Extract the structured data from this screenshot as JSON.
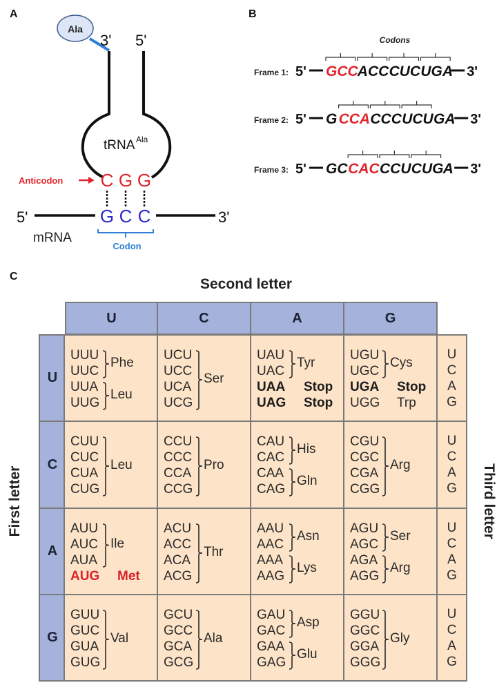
{
  "panels": {
    "a": {
      "label": "A",
      "amino_acid_bubble": "Ala",
      "trna_three_prime": "3'",
      "trna_five_prime": "5'",
      "trna_name": "tRNA",
      "trna_superscript": "Ala",
      "anticodon_label": "Anticodon",
      "anticodon_bases": [
        "C",
        "G",
        "G"
      ],
      "mrna_five_prime": "5'",
      "mrna_three_prime": "3'",
      "mrna_label": "mRNA",
      "codon_bases": [
        "G",
        "C",
        "C"
      ],
      "codon_label": "Codon",
      "colors": {
        "anticodon": "#e0242b",
        "codon": "#2a2ad0",
        "codon_label": "#2e7fd4",
        "bubble_fill": "#dde6f6",
        "bubble_stroke": "#3a5a8c",
        "link": "#2e7fd4"
      }
    },
    "b": {
      "label": "B",
      "codons_heading": "Codons",
      "frames": [
        {
          "label": "Frame 1:",
          "prefix": "",
          "codons": [
            "GCC",
            "ACC",
            "CUC",
            "UGA"
          ],
          "highlight_index": 0,
          "suffix": "",
          "five_prime": "5'",
          "three_prime": "3'"
        },
        {
          "label": "Frame 2:",
          "prefix": "G",
          "codons": [
            "CCA",
            "CCC",
            "UCU"
          ],
          "highlight_index": 0,
          "suffix": "GA",
          "five_prime": "5'",
          "three_prime": "3'"
        },
        {
          "label": "Frame 3:",
          "prefix": "GC",
          "codons": [
            "CAC",
            "CCU",
            "CUG"
          ],
          "highlight_index": 0,
          "suffix": "A",
          "five_prime": "5'",
          "three_prime": "3'"
        }
      ],
      "colors": {
        "highlight": "#e0242b"
      }
    },
    "c": {
      "label": "C",
      "second_letter_title": "Second letter",
      "first_letter_title": "First letter",
      "third_letter_title": "Third letter",
      "second_letters": [
        "U",
        "C",
        "A",
        "G"
      ],
      "first_letters": [
        "U",
        "C",
        "A",
        "G"
      ],
      "third_letters": [
        "U",
        "C",
        "A",
        "G"
      ],
      "colors": {
        "header_bg": "#a4b2dc",
        "cell_bg": "#fde3c8",
        "border": "#7a7a7a",
        "start": "#d8232a"
      },
      "rows": [
        {
          "cells": [
            {
              "codons": [
                "UUU",
                "UUC",
                "UUA",
                "UUG"
              ],
              "groups": [
                {
                  "from": 0,
                  "to": 1,
                  "aa": "Phe"
                },
                {
                  "from": 2,
                  "to": 3,
                  "aa": "Leu"
                }
              ],
              "singles": []
            },
            {
              "codons": [
                "UCU",
                "UCC",
                "UCA",
                "UCG"
              ],
              "groups": [
                {
                  "from": 0,
                  "to": 3,
                  "aa": "Ser"
                }
              ],
              "singles": []
            },
            {
              "codons": [
                "UAU",
                "UAC",
                "UAA",
                "UAG"
              ],
              "groups": [
                {
                  "from": 0,
                  "to": 1,
                  "aa": "Tyr"
                }
              ],
              "singles": [
                {
                  "index": 2,
                  "aa": "Stop",
                  "style": "bold"
                },
                {
                  "index": 3,
                  "aa": "Stop",
                  "style": "bold"
                }
              ]
            },
            {
              "codons": [
                "UGU",
                "UGC",
                "UGA",
                "UGG"
              ],
              "groups": [
                {
                  "from": 0,
                  "to": 1,
                  "aa": "Cys"
                }
              ],
              "singles": [
                {
                  "index": 2,
                  "aa": "Stop",
                  "style": "bold"
                },
                {
                  "index": 3,
                  "aa": "Trp",
                  "style": "normal"
                }
              ]
            }
          ]
        },
        {
          "cells": [
            {
              "codons": [
                "CUU",
                "CUC",
                "CUA",
                "CUG"
              ],
              "groups": [
                {
                  "from": 0,
                  "to": 3,
                  "aa": "Leu"
                }
              ],
              "singles": []
            },
            {
              "codons": [
                "CCU",
                "CCC",
                "CCA",
                "CCG"
              ],
              "groups": [
                {
                  "from": 0,
                  "to": 3,
                  "aa": "Pro"
                }
              ],
              "singles": []
            },
            {
              "codons": [
                "CAU",
                "CAC",
                "CAA",
                "CAG"
              ],
              "groups": [
                {
                  "from": 0,
                  "to": 1,
                  "aa": "His"
                },
                {
                  "from": 2,
                  "to": 3,
                  "aa": "Gln"
                }
              ],
              "singles": []
            },
            {
              "codons": [
                "CGU",
                "CGC",
                "CGA",
                "CGG"
              ],
              "groups": [
                {
                  "from": 0,
                  "to": 3,
                  "aa": "Arg"
                }
              ],
              "singles": []
            }
          ]
        },
        {
          "cells": [
            {
              "codons": [
                "AUU",
                "AUC",
                "AUA",
                "AUG"
              ],
              "groups": [
                {
                  "from": 0,
                  "to": 2,
                  "aa": "Ile"
                }
              ],
              "singles": [
                {
                  "index": 3,
                  "aa": "Met",
                  "style": "red"
                }
              ]
            },
            {
              "codons": [
                "ACU",
                "ACC",
                "ACA",
                "ACG"
              ],
              "groups": [
                {
                  "from": 0,
                  "to": 3,
                  "aa": "Thr"
                }
              ],
              "singles": []
            },
            {
              "codons": [
                "AAU",
                "AAC",
                "AAA",
                "AAG"
              ],
              "groups": [
                {
                  "from": 0,
                  "to": 1,
                  "aa": "Asn"
                },
                {
                  "from": 2,
                  "to": 3,
                  "aa": "Lys"
                }
              ],
              "singles": []
            },
            {
              "codons": [
                "AGU",
                "AGC",
                "AGA",
                "AGG"
              ],
              "groups": [
                {
                  "from": 0,
                  "to": 1,
                  "aa": "Ser"
                },
                {
                  "from": 2,
                  "to": 3,
                  "aa": "Arg"
                }
              ],
              "singles": []
            }
          ]
        },
        {
          "cells": [
            {
              "codons": [
                "GUU",
                "GUC",
                "GUA",
                "GUG"
              ],
              "groups": [
                {
                  "from": 0,
                  "to": 3,
                  "aa": "Val"
                }
              ],
              "singles": []
            },
            {
              "codons": [
                "GCU",
                "GCC",
                "GCA",
                "GCG"
              ],
              "groups": [
                {
                  "from": 0,
                  "to": 3,
                  "aa": "Ala"
                }
              ],
              "singles": []
            },
            {
              "codons": [
                "GAU",
                "GAC",
                "GAA",
                "GAG"
              ],
              "groups": [
                {
                  "from": 0,
                  "to": 1,
                  "aa": "Asp"
                },
                {
                  "from": 2,
                  "to": 3,
                  "aa": "Glu"
                }
              ],
              "singles": []
            },
            {
              "codons": [
                "GGU",
                "GGC",
                "GGA",
                "GGG"
              ],
              "groups": [
                {
                  "from": 0,
                  "to": 3,
                  "aa": "Gly"
                }
              ],
              "singles": []
            }
          ]
        }
      ]
    }
  }
}
